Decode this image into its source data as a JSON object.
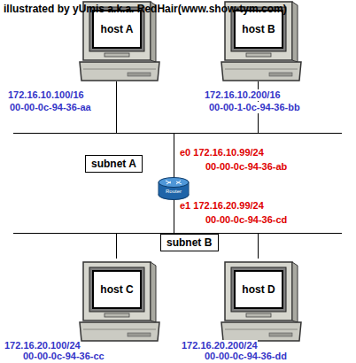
{
  "diagram": {
    "nodes": [
      {
        "text": [
          "host A"
        ]
      },
      {
        "text": [
          "host B"
        ]
      },
      {
        "text": [
          "subnet A"
        ]
      },
      {
        "text": [
          "Router"
        ]
      },
      {
        "text": [
          "subnet B"
        ]
      },
      {
        "text": [
          "host C"
        ]
      },
      {
        "text": [
          "host D"
        ]
      }
    ],
    "labels": [
      "illustrated by  yUmis a.k.a. RedHair(www.show-tym.com)",
      "172.16.10.100/16",
      "00-00-0c-94-36-aa",
      "172.16.10.200/16",
      "00-00-1-0c-94-36-bb",
      "e0 172.16.10.99/24",
      "00-00-0c-94-36-ab",
      "e1 172.16.20.99/24",
      "00-00-0c-94-36-cd",
      "172.16.20.100/24",
      "00-00-0c-94-36-cc",
      "172.16.20.200/24",
      "00-00-0c-94-36-dd"
    ]
  }
}
